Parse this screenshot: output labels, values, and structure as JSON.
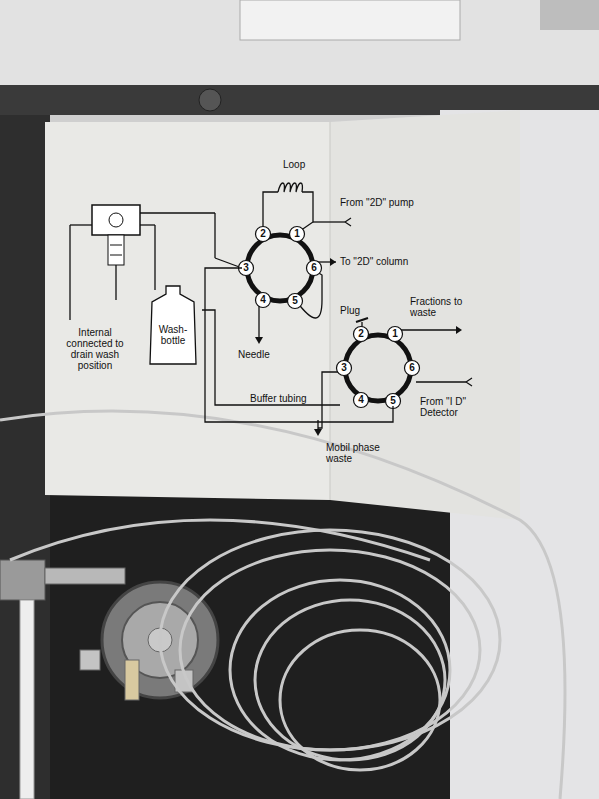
{
  "diagram": {
    "nodes": [
      {
        "text": [
          "2",
          "1",
          "3",
          "6",
          "4",
          "5"
        ]
      },
      {
        "text": [
          "2",
          "1",
          "3",
          "6",
          "4",
          "5"
        ]
      },
      {
        "text": [
          "Wash- bottle"
        ]
      }
    ],
    "edges": [
      {
        "from": 0,
        "to": 1,
        "arrow": "none"
      },
      {
        "from": 2,
        "to": 1,
        "label": "Buffer tubing",
        "arrow": "none"
      }
    ],
    "labels": [
      "Loop",
      "From \"2D\" pump",
      "To \"2D\" column",
      "Needle",
      "Plug",
      "Fractions to waste",
      "From \"I D\" Detector",
      "Mobil phase waste",
      "Internal connected to drain wash position"
    ]
  }
}
